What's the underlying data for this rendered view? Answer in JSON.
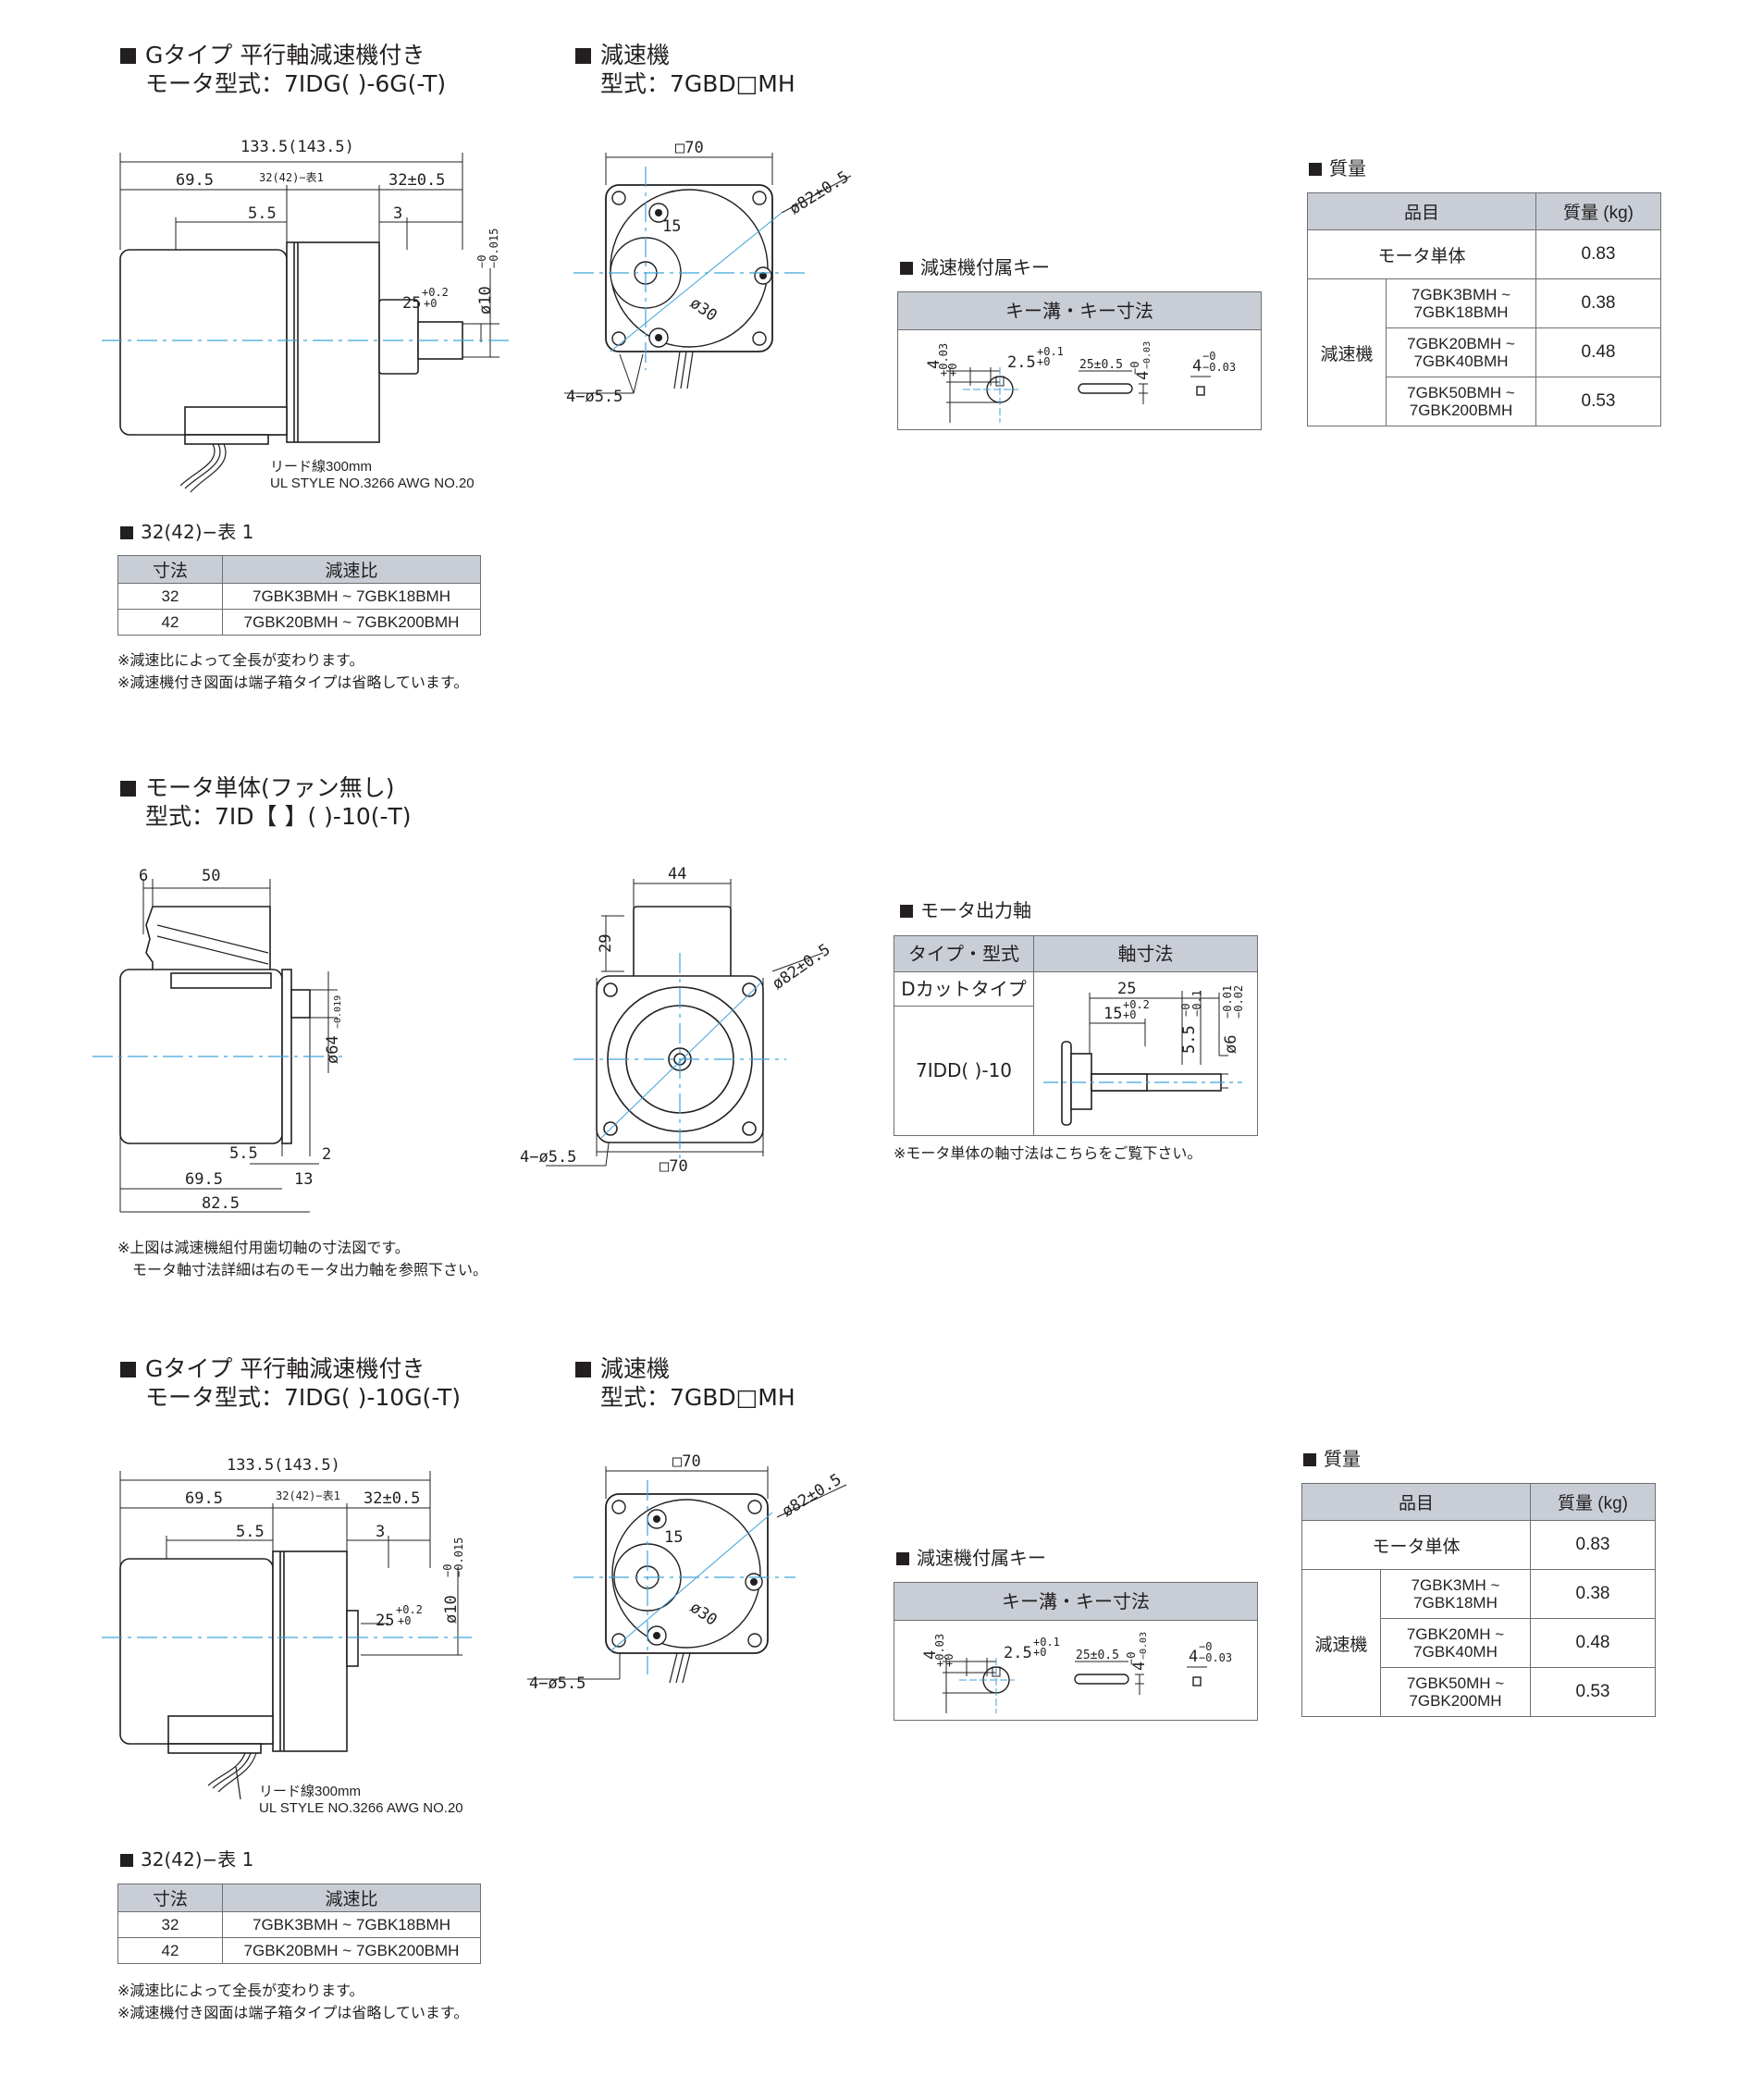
{
  "s1": {
    "title1": "Gタイプ 平行軸減速機付き",
    "title2": "モータ型式：7IDG( )-6G(-T)",
    "gear_title1": "減速機",
    "gear_title2": "型式：7GBD□MH",
    "dims": {
      "total": "133.5(143.5)",
      "motor": "69.5",
      "table_ref": "32(42)−表1",
      "shaft": "32±0.5",
      "a": "5.5",
      "b": "3",
      "key": "25",
      "key_tol": "+0.2",
      "key_tol2": "+0",
      "dia": "ø10",
      "dia_tol": "−0",
      "dia_tol2": "−0.015",
      "sq": "□70",
      "pcd": "ø82±0.5",
      "boss": "ø30",
      "off": "15",
      "holes": "4−ø5.5"
    },
    "lead1": "リード線300mm",
    "lead2": "UL STYLE NO.3266 AWG NO.20",
    "key_title": "減速機付属キー",
    "key_header": "キー溝・キー寸法",
    "key_dims": {
      "a": "4",
      "a_tol": "+0.03",
      "a_tol2": "+0",
      "b": "2.5",
      "b_tol": "+0.1",
      "b_tol2": "+0",
      "c": "25±0.5",
      "d": "4",
      "d_tol": "−0",
      "d_tol2": "−0.03",
      "e": "4",
      "e_tol": "−0",
      "e_tol2": "−0.03"
    },
    "mass_title": "質量",
    "mass": {
      "h1": "品目",
      "h2": "質量 (kg)",
      "motor_label": "モータ単体",
      "motor_val": "0.83",
      "gear_label": "減速機",
      "rows": [
        {
          "a": "7GBK3BMH ~",
          "b": "7GBK18BMH",
          "v": "0.38"
        },
        {
          "a": "7GBK20BMH ~",
          "b": "7GBK40BMH",
          "v": "0.48"
        },
        {
          "a": "7GBK50BMH ~",
          "b": "7GBK200BMH",
          "v": "0.53"
        }
      ]
    },
    "t1_title": "32(42)−表 1",
    "t1": {
      "h1": "寸法",
      "h2": "減速比",
      "r1a": "32",
      "r1b": "7GBK3BMH ~ 7GBK18BMH",
      "r2a": "42",
      "r2b": "7GBK20BMH ~ 7GBK200BMH"
    },
    "note1": "※減速比によって全長が変わります。",
    "note2": "※減速機付き図面は端子箱タイプは省略しています。"
  },
  "s2": {
    "title1": "モータ単体(ファン無し)",
    "title2": "型式：7ID【 】( )-10(-T)",
    "dims": {
      "a": "6",
      "b": "50",
      "h": "29",
      "w": "44",
      "dia": "ø64",
      "dia_tol": "−0.019",
      "c": "5.5",
      "d": "2",
      "e": "69.5",
      "f": "13",
      "g": "82.5",
      "sq": "□70",
      "pcd": "ø82±0.5",
      "holes": "4−ø5.5"
    },
    "shaft_title": "モータ出力軸",
    "shaft": {
      "h1": "タイプ・型式",
      "h2": "軸寸法",
      "type": "Dカットタイプ",
      "model": "7IDD( )-10",
      "d25": "25",
      "d15": "15",
      "d15_tol": "+0.2",
      "d15_tol2": "+0",
      "d55": "5.5",
      "d55_tol": "−0",
      "d55_tol2": "−0.1",
      "d6": "ø6",
      "d6_tol": "−0.01",
      "d6_tol2": "−0.02"
    },
    "shaft_note": "※モータ単体の軸寸法はこちらをご覧下さい。",
    "note1": "※上図は減速機組付用歯切軸の寸法図です。",
    "note2": "モータ軸寸法詳細は右のモータ出力軸を参照下さい。"
  },
  "s3": {
    "title1": "Gタイプ 平行軸減速機付き",
    "title2": "モータ型式：7IDG( )-10G(-T)",
    "gear_title1": "減速機",
    "gear_title2": "型式：7GBD□MH",
    "lead1": "リード線300mm",
    "lead2": "UL STYLE NO.3266 AWG NO.20",
    "key_title": "減速機付属キー",
    "key_header": "キー溝・キー寸法",
    "mass_title": "質量",
    "mass": {
      "h1": "品目",
      "h2": "質量 (kg)",
      "motor_label": "モータ単体",
      "motor_val": "0.83",
      "gear_label": "減速機",
      "rows": [
        {
          "a": "7GBK3MH ~",
          "b": "7GBK18MH",
          "v": "0.38"
        },
        {
          "a": "7GBK20MH ~",
          "b": "7GBK40MH",
          "v": "0.48"
        },
        {
          "a": "7GBK50MH ~",
          "b": "7GBK200MH",
          "v": "0.53"
        }
      ]
    },
    "t1_title": "32(42)−表 1",
    "t1": {
      "h1": "寸法",
      "h2": "減速比",
      "r1a": "32",
      "r1b": "7GBK3BMH ~ 7GBK18BMH",
      "r2a": "42",
      "r2b": "7GBK20BMH ~ 7GBK200BMH"
    },
    "note1": "※減速比によって全長が変わります。",
    "note2": "※減速機付き図面は端子箱タイプは省略しています。"
  }
}
